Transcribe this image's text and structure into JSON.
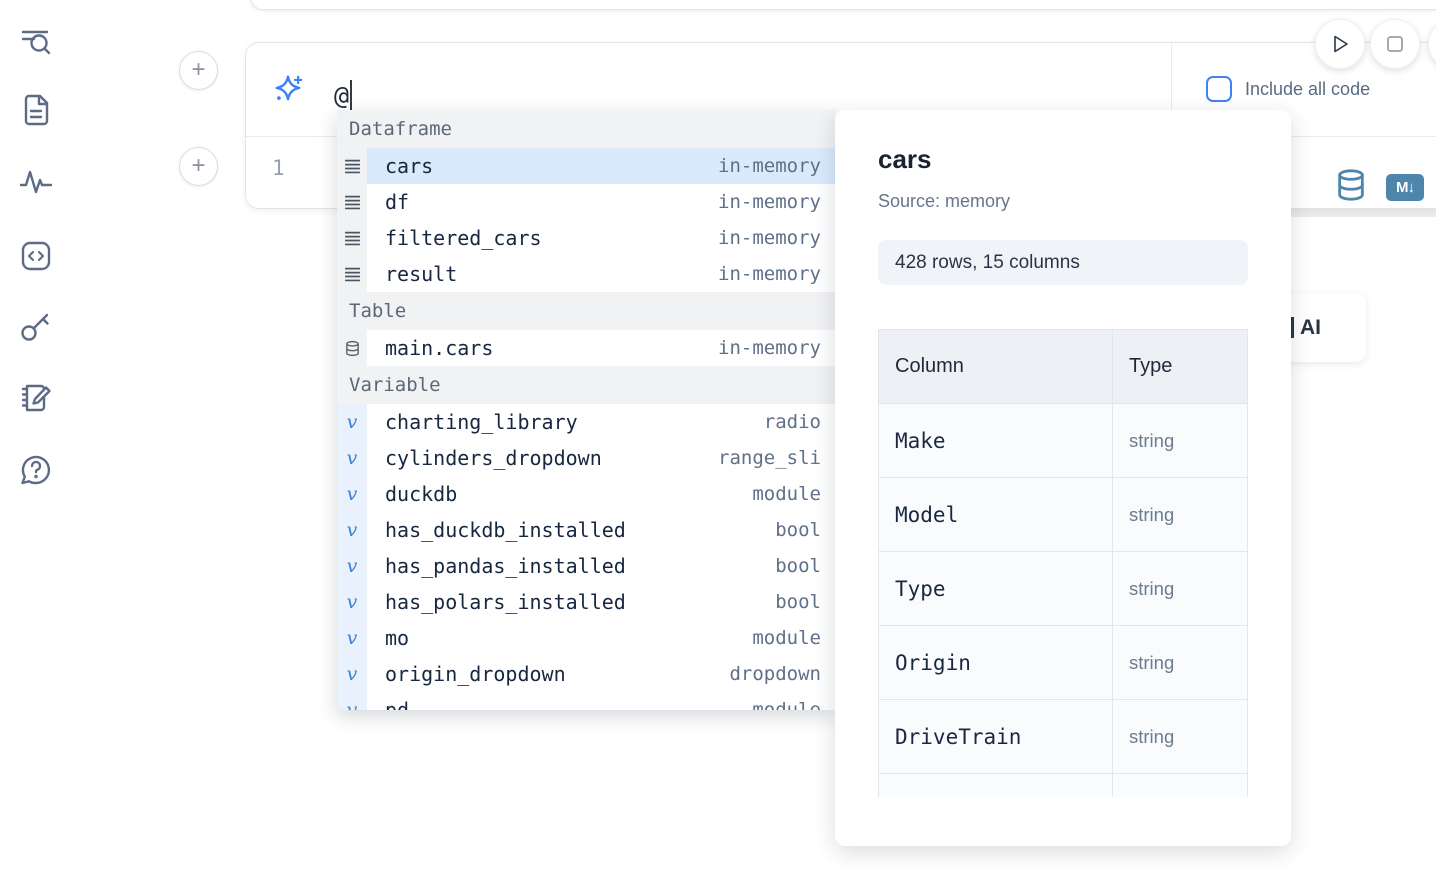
{
  "colors": {
    "accent_blue": "#3b82f6",
    "steel_blue": "#4e86ab",
    "selection_bg": "#d9eafc",
    "sidebar_icon": "#5d6b85"
  },
  "sidebar": {
    "icons": [
      "toc-search",
      "document",
      "activity",
      "code-snippets",
      "key",
      "scratchpad",
      "help-chat"
    ]
  },
  "cell_controls": {
    "run_label": "run",
    "stop_label": "stop"
  },
  "ai_prompt": {
    "value": "@",
    "include_all_code_label": "Include all code"
  },
  "editor": {
    "line_number": "1",
    "icons": [
      "database-icon",
      "markdown-icon"
    ],
    "markdown_badge": "M↓"
  },
  "autocomplete": {
    "sections": [
      {
        "label": "Dataframe",
        "icon": "dataframe",
        "items": [
          {
            "name": "cars",
            "type": "in-memory",
            "selected": true
          },
          {
            "name": "df",
            "type": "in-memory"
          },
          {
            "name": "filtered_cars",
            "type": "in-memory"
          },
          {
            "name": "result",
            "type": "in-memory"
          }
        ]
      },
      {
        "label": "Table",
        "icon": "table",
        "items": [
          {
            "name": "main.cars",
            "type": "in-memory"
          }
        ]
      },
      {
        "label": "Variable",
        "icon": "variable",
        "items": [
          {
            "name": "charting_library",
            "type": "radio"
          },
          {
            "name": "cylinders_dropdown",
            "type": "range_sli"
          },
          {
            "name": "duckdb",
            "type": "module"
          },
          {
            "name": "has_duckdb_installed",
            "type": "bool"
          },
          {
            "name": "has_pandas_installed",
            "type": "bool"
          },
          {
            "name": "has_polars_installed",
            "type": "bool"
          },
          {
            "name": "mo",
            "type": "module"
          },
          {
            "name": "origin_dropdown",
            "type": "dropdown"
          },
          {
            "name": "pd",
            "type": "module"
          }
        ]
      }
    ]
  },
  "preview": {
    "title": "cars",
    "source": "Source: memory",
    "shape": "428 rows, 15 columns",
    "table": {
      "headers": [
        "Column",
        "Type"
      ],
      "rows": [
        [
          "Make",
          "string"
        ],
        [
          "Model",
          "string"
        ],
        [
          "Type",
          "string"
        ],
        [
          "Origin",
          "string"
        ],
        [
          "DriveTrain",
          "string"
        ]
      ]
    }
  },
  "ai_card": {
    "label": "AI"
  }
}
